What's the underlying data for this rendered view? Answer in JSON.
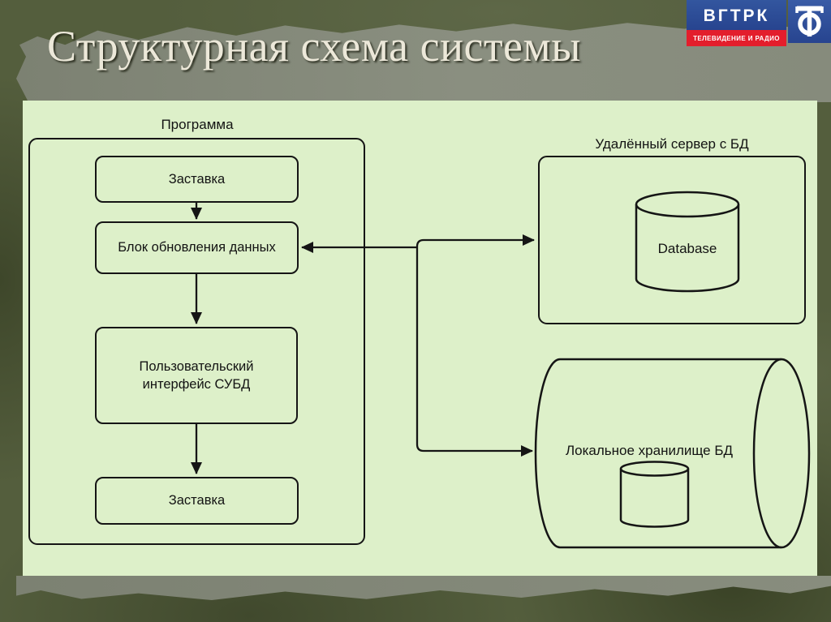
{
  "slide": {
    "title": "Структурная схема системы"
  },
  "logo": {
    "name": "ВГТРК",
    "tagline": "ТЕЛЕВИДЕНИЕ И РАДИО",
    "colors": {
      "blue": "#2b4c9d",
      "red": "#e31e2c"
    }
  },
  "diagram": {
    "program": {
      "label": "Программа",
      "splash_top": "Заставка",
      "update_block": "Блок обновления данных",
      "db_ui": "Пользовательский интерфейс СУБД",
      "splash_bottom": "Заставка"
    },
    "remote_server": {
      "label": "Удалённый сервер с БД",
      "database": "Database"
    },
    "local_storage": {
      "label": "Локальное хранилище БД"
    },
    "edges": [
      {
        "from": "splash_top",
        "to": "update_block",
        "type": "arrow-down"
      },
      {
        "from": "update_block",
        "to": "db_ui",
        "type": "arrow-down"
      },
      {
        "from": "db_ui",
        "to": "splash_bottom",
        "type": "arrow-down"
      },
      {
        "from": "junction",
        "to": "update_block",
        "type": "arrow-left"
      },
      {
        "from": "junction",
        "to": "remote_server",
        "type": "arrow-right"
      },
      {
        "from": "junction",
        "to": "local_storage",
        "type": "arrow-right"
      }
    ],
    "colors": {
      "panel_bg": "#ddf0c9",
      "stroke": "#151515",
      "band": "#848979",
      "outer": "#545e3d"
    }
  }
}
